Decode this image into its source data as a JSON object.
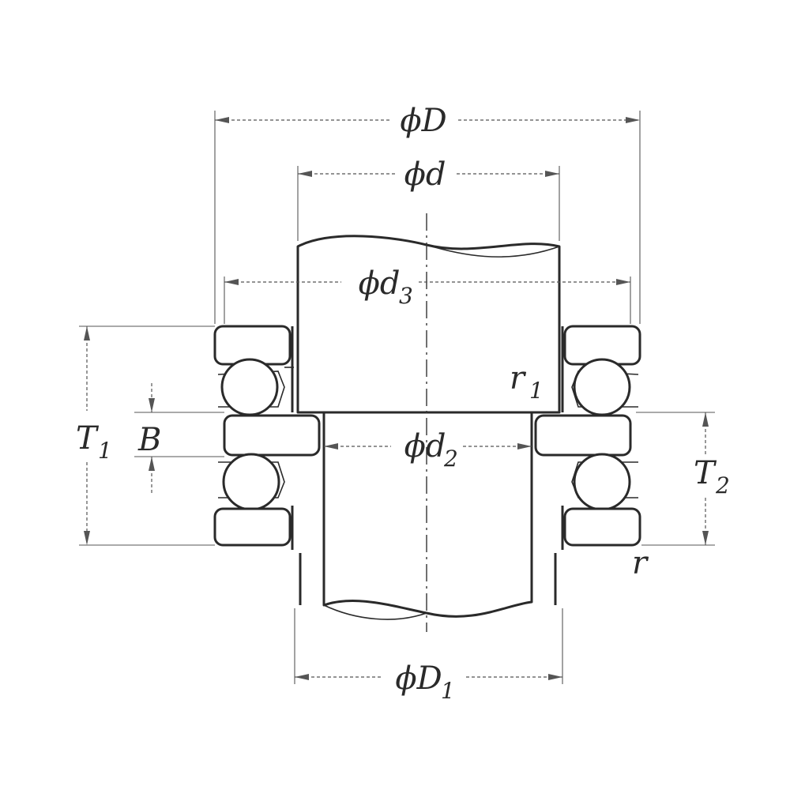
{
  "labels": {
    "D": {
      "main": "ϕD",
      "sub": ""
    },
    "d": {
      "main": "ϕd",
      "sub": ""
    },
    "d3": {
      "main": "ϕd",
      "sub": "3"
    },
    "d2": {
      "main": "ϕd",
      "sub": "2"
    },
    "D1": {
      "main": "ϕD",
      "sub": "1"
    },
    "T1": {
      "main": "T",
      "sub": "1"
    },
    "T2": {
      "main": "T",
      "sub": "2"
    },
    "B": {
      "main": "B",
      "sub": ""
    },
    "r1": {
      "main": "r",
      "sub": "1"
    },
    "r": {
      "main": "r",
      "sub": ""
    }
  }
}
